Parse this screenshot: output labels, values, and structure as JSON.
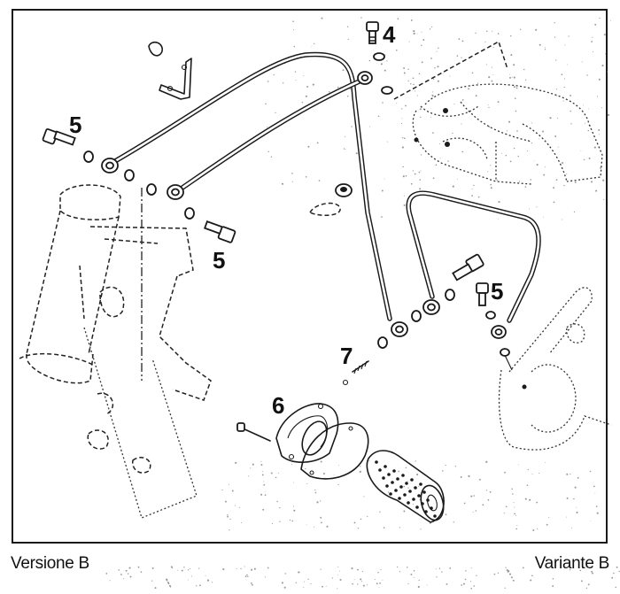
{
  "figure": {
    "type": "exploded-parts-diagram",
    "subject": "Oil lines, oil filter cover and banjo bolts",
    "callouts": [
      {
        "id": "callout-4",
        "label": "4",
        "part": "banjo bolt (upper, engine)"
      },
      {
        "id": "callout-5a",
        "label": "5",
        "part": "banjo bolt (left)"
      },
      {
        "id": "callout-5b",
        "label": "5",
        "part": "banjo bolt (lower left)"
      },
      {
        "id": "callout-5c",
        "label": "5",
        "part": "banjo bolt (right)"
      },
      {
        "id": "callout-6",
        "label": "6",
        "part": "oil filter cover"
      },
      {
        "id": "callout-7",
        "label": "7",
        "part": "spring and ball"
      }
    ]
  },
  "captions": {
    "left": "Versione B",
    "right": "Variante B"
  },
  "colors": {
    "ink": "#1a1a1a",
    "paper": "#ffffff",
    "speckle": "#9a9a9a"
  }
}
